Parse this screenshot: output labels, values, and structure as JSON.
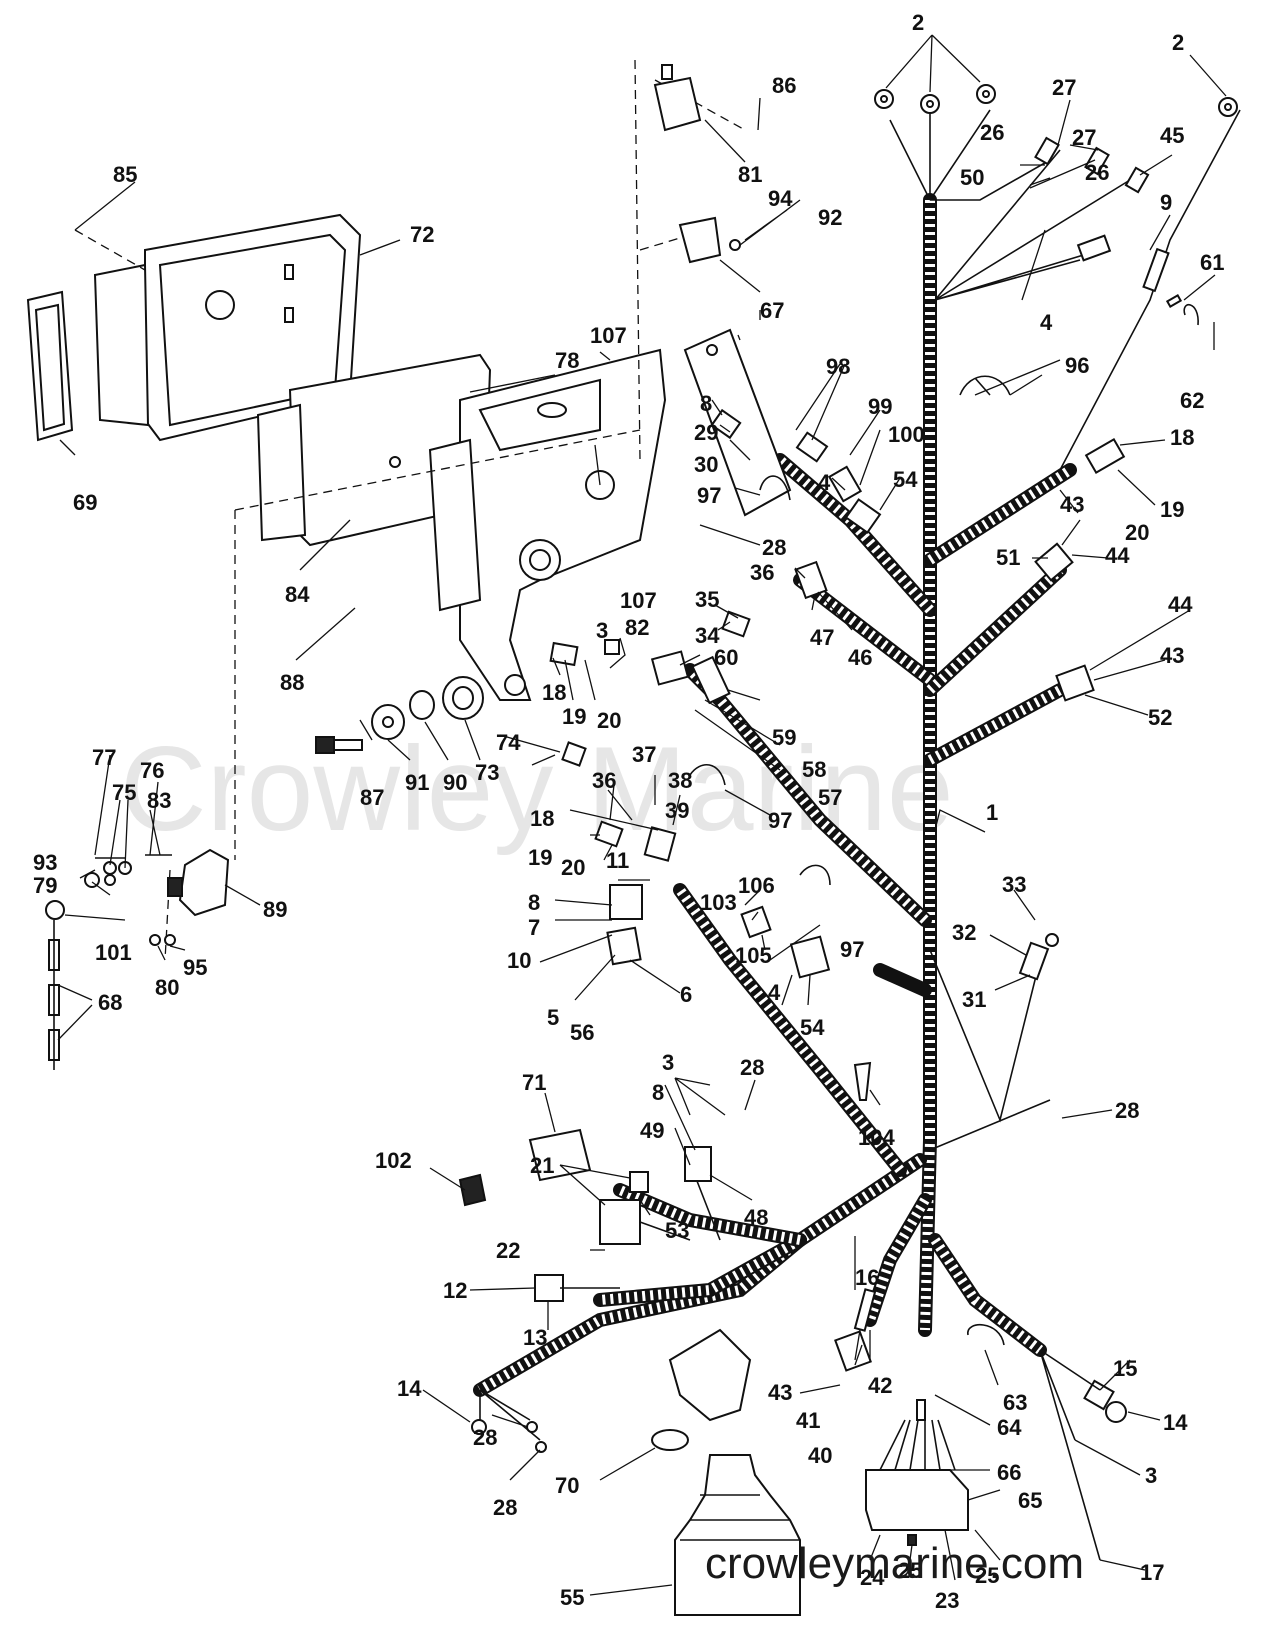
{
  "watermark": {
    "ghost_text": "Crowley Marine",
    "url_text": "crowleymarine.com"
  },
  "callouts": {
    "c1": "1",
    "c2a": "2",
    "c2b": "2",
    "c3a": "3",
    "c3b": "3",
    "c3c": "3",
    "c4a": "4",
    "c4b": "4",
    "c4c": "4",
    "c5": "5",
    "c6": "6",
    "c7": "7",
    "c8a": "8",
    "c8b": "8",
    "c8c": "8",
    "c9": "9",
    "c10": "10",
    "c11": "11",
    "c12": "12",
    "c13": "13",
    "c14a": "14",
    "c14b": "14",
    "c15": "15",
    "c16": "16",
    "c17": "17",
    "c18a": "18",
    "c18b": "18",
    "c18c": "18",
    "c19a": "19",
    "c19b": "19",
    "c19c": "19",
    "c20a": "20",
    "c20b": "20",
    "c20c": "20",
    "c21": "21",
    "c22": "22",
    "c23": "23",
    "c24": "24",
    "c25a": "25",
    "c25b": "25",
    "c26a": "26",
    "c26b": "26",
    "c27a": "27",
    "c27b": "27",
    "c28a": "28",
    "c28b": "28",
    "c28c": "28",
    "c28d": "28",
    "c28e": "28",
    "c29": "29",
    "c30": "30",
    "c31": "31",
    "c32": "32",
    "c33": "33",
    "c34": "34",
    "c35": "35",
    "c36a": "36",
    "c36b": "36",
    "c37": "37",
    "c38": "38",
    "c39": "39",
    "c40": "40",
    "c41": "41",
    "c42": "42",
    "c43a": "43",
    "c43b": "43",
    "c43c": "43",
    "c44a": "44",
    "c44b": "44",
    "c45": "45",
    "c46": "46",
    "c47": "47",
    "c48": "48",
    "c49": "49",
    "c50": "50",
    "c51": "51",
    "c52": "52",
    "c53": "53",
    "c54a": "54",
    "c54b": "54",
    "c55": "55",
    "c56": "56",
    "c57": "57",
    "c58": "58",
    "c59": "59",
    "c60": "60",
    "c61": "61",
    "c62": "62",
    "c63": "63",
    "c64": "64",
    "c65": "65",
    "c66": "66",
    "c67": "67",
    "c68": "68",
    "c69": "69",
    "c70": "70",
    "c71": "71",
    "c72": "72",
    "c73": "73",
    "c74": "74",
    "c75": "75",
    "c76": "76",
    "c77": "77",
    "c78": "78",
    "c79": "79",
    "c80": "80",
    "c81": "81",
    "c82": "82",
    "c83": "83",
    "c84": "84",
    "c85": "85",
    "c86": "86",
    "c87": "87",
    "c88": "88",
    "c89": "89",
    "c90": "90",
    "c91": "91",
    "c92": "92",
    "c93": "93",
    "c94": "94",
    "c95": "95",
    "c96": "96",
    "c97a": "97",
    "c97b": "97",
    "c97c": "97",
    "c98": "98",
    "c99": "99",
    "c100": "100",
    "c101": "101",
    "c102": "102",
    "c103": "103",
    "c104": "104",
    "c105": "105",
    "c106": "106",
    "c107": "107"
  }
}
